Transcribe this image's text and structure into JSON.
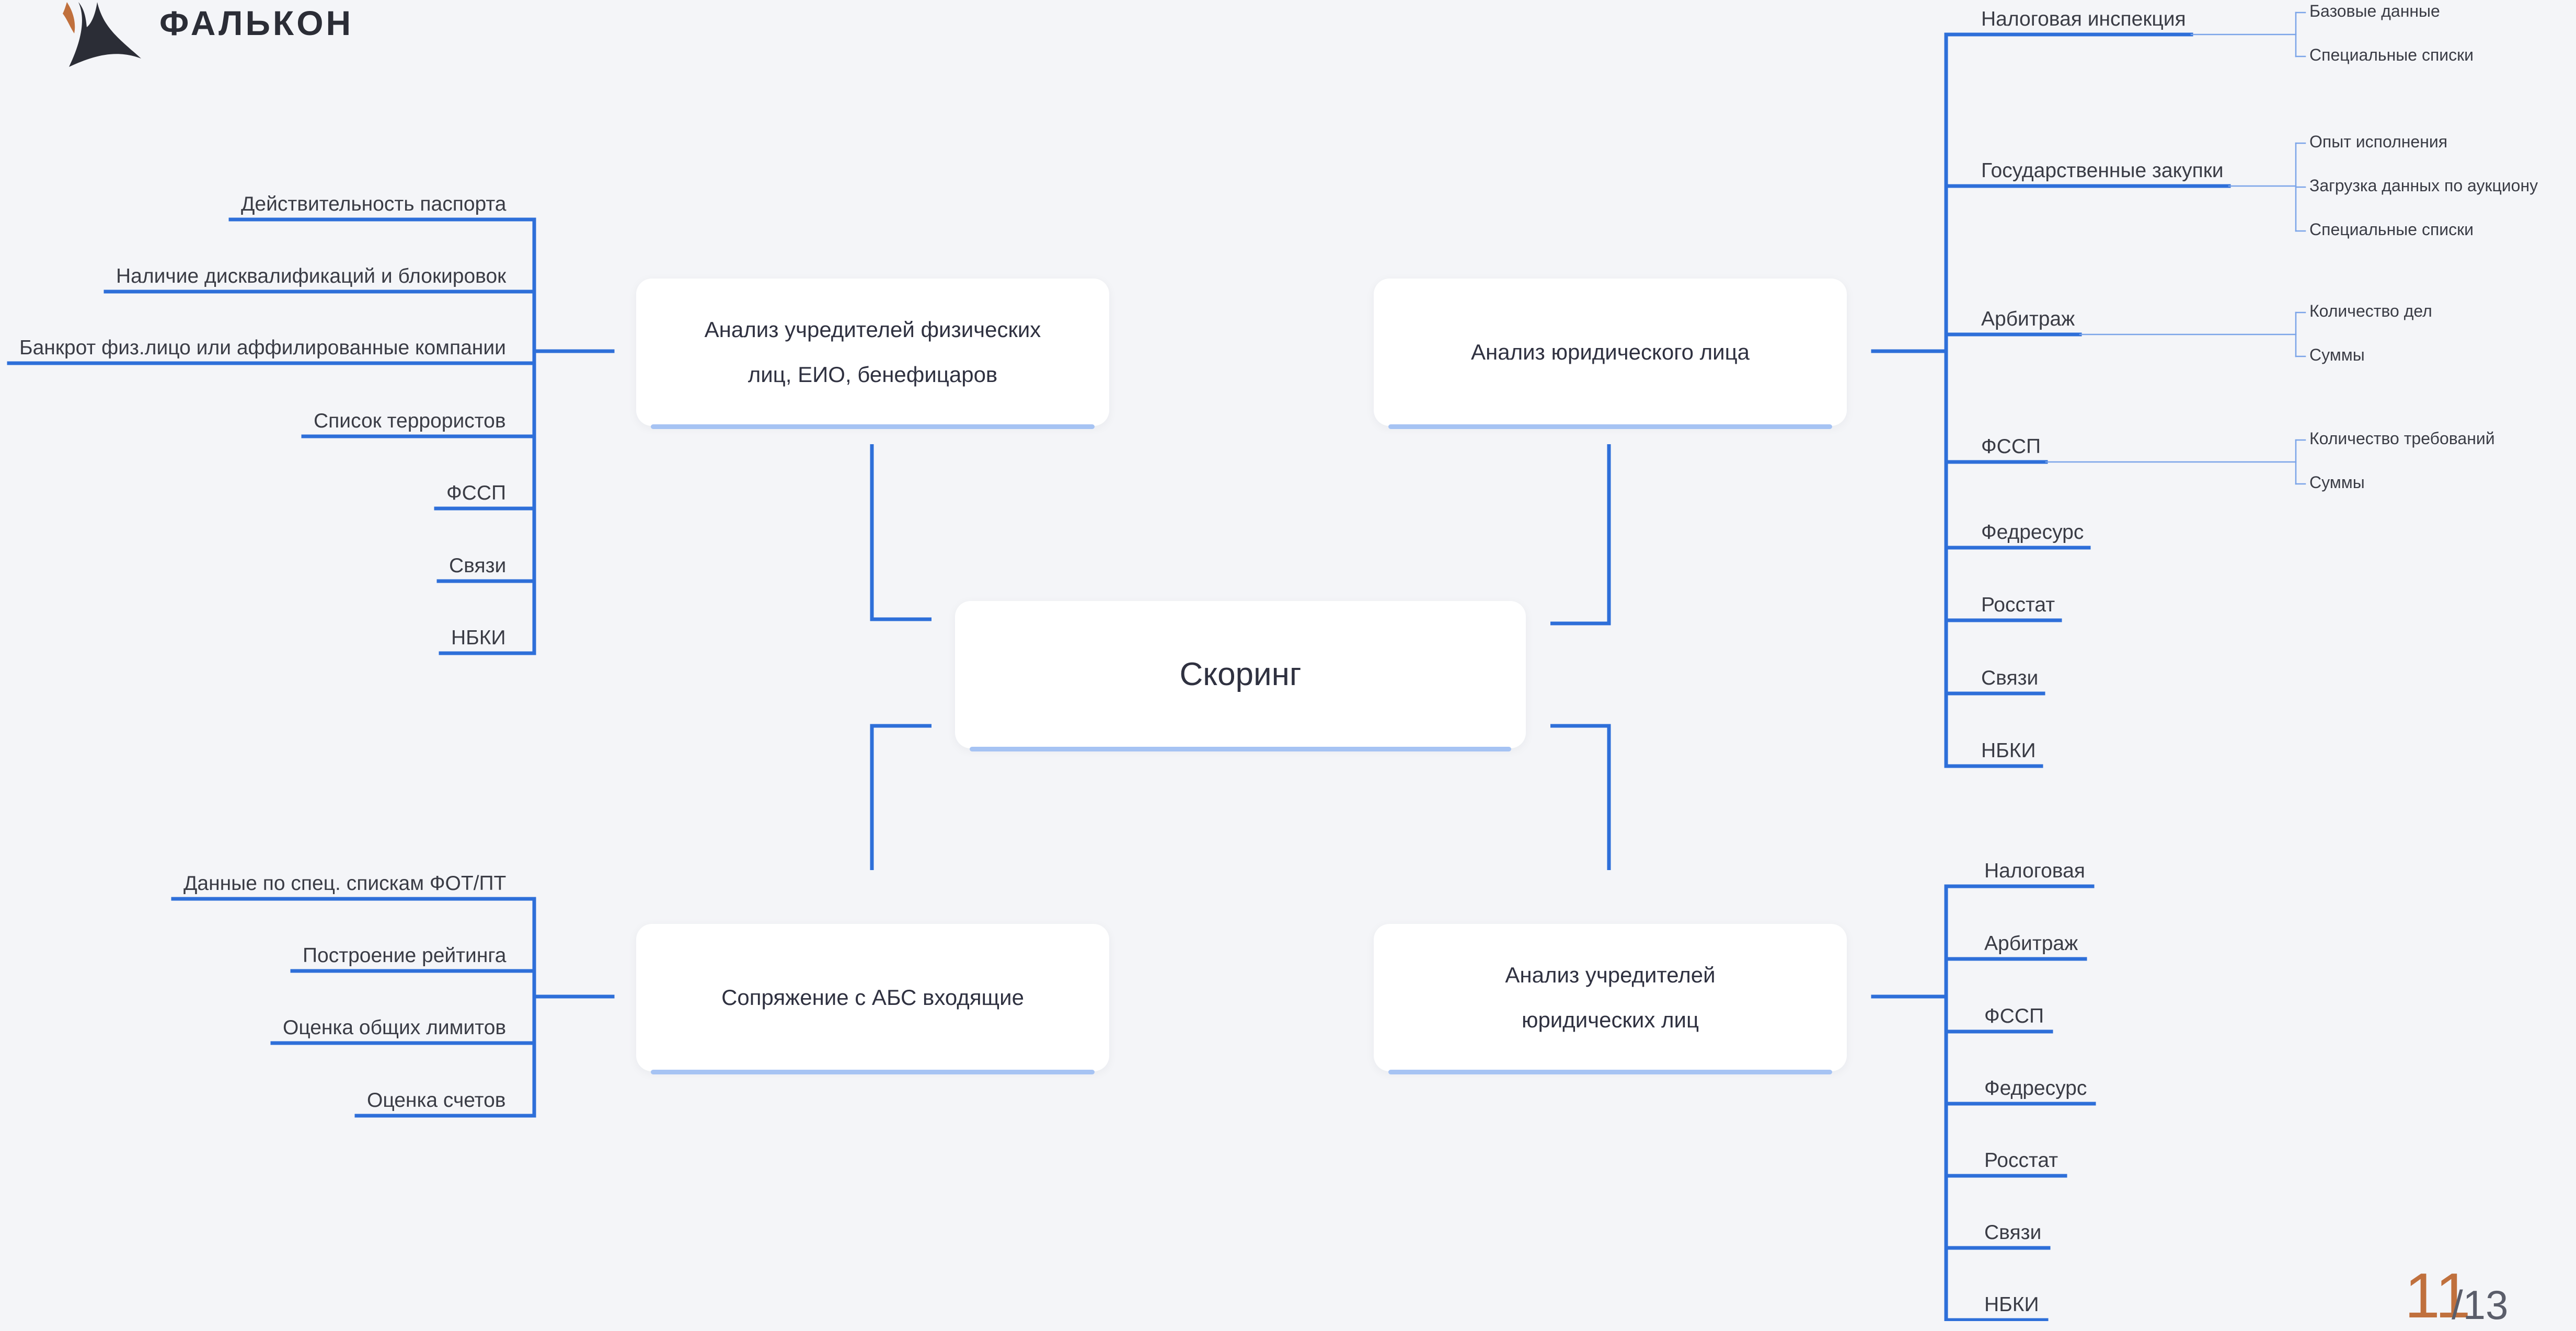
{
  "brand": {
    "name": "ФАЛЬКОН",
    "accent_color": "#c0703d",
    "logo_icon": "falcon-logo-icon"
  },
  "colors": {
    "line": "#2e6fd9",
    "thin_line": "#7aa4e8",
    "box_bar": "#a6c3f3",
    "background": "#f4f5f8"
  },
  "center": {
    "label": "Скоринг"
  },
  "blocks": {
    "founders_individuals": {
      "title": "Анализ учредителей физических\nлиц, ЕИО, бенефицаров",
      "items": [
        "Действительность паспорта",
        "Наличие дисквалификаций и блокировок",
        "Банкрот физ.лицо или аффилированные компании",
        "Список террористов",
        "ФССП",
        "Связи",
        "НБКИ"
      ]
    },
    "legal_entity": {
      "title": "Анализ юридического лица",
      "items": [
        {
          "label": "Налоговая инспекция",
          "subs": [
            "Базовые данные",
            "Специальные списки"
          ]
        },
        {
          "label": "Государственные закупки",
          "subs": [
            "Опыт исполнения",
            "Загрузка данных по аукциону",
            "Специальные списки"
          ]
        },
        {
          "label": "Арбитраж",
          "subs": [
            "Количество дел",
            "Суммы"
          ]
        },
        {
          "label": "ФССП",
          "subs": [
            "Количество требований",
            "Суммы"
          ]
        },
        {
          "label": "Федресурс",
          "subs": []
        },
        {
          "label": "Росстат",
          "subs": []
        },
        {
          "label": "Связи",
          "subs": []
        },
        {
          "label": "НБКИ",
          "subs": []
        }
      ]
    },
    "abs": {
      "title": "Сопряжение с АБС входящие",
      "items": [
        "Данные по спец. спискам ФОТ/ПТ",
        "Построение рейтинга",
        "Оценка общих лимитов",
        "Оценка счетов"
      ]
    },
    "founders_legal": {
      "title": "Анализ учредителей\nюридических лиц",
      "items": [
        "Налоговая",
        "Арбитраж",
        "ФССП",
        "Федресурс",
        "Росстат",
        "Связи",
        "НБКИ"
      ]
    }
  },
  "pagination": {
    "current": "11",
    "total": "/13"
  }
}
